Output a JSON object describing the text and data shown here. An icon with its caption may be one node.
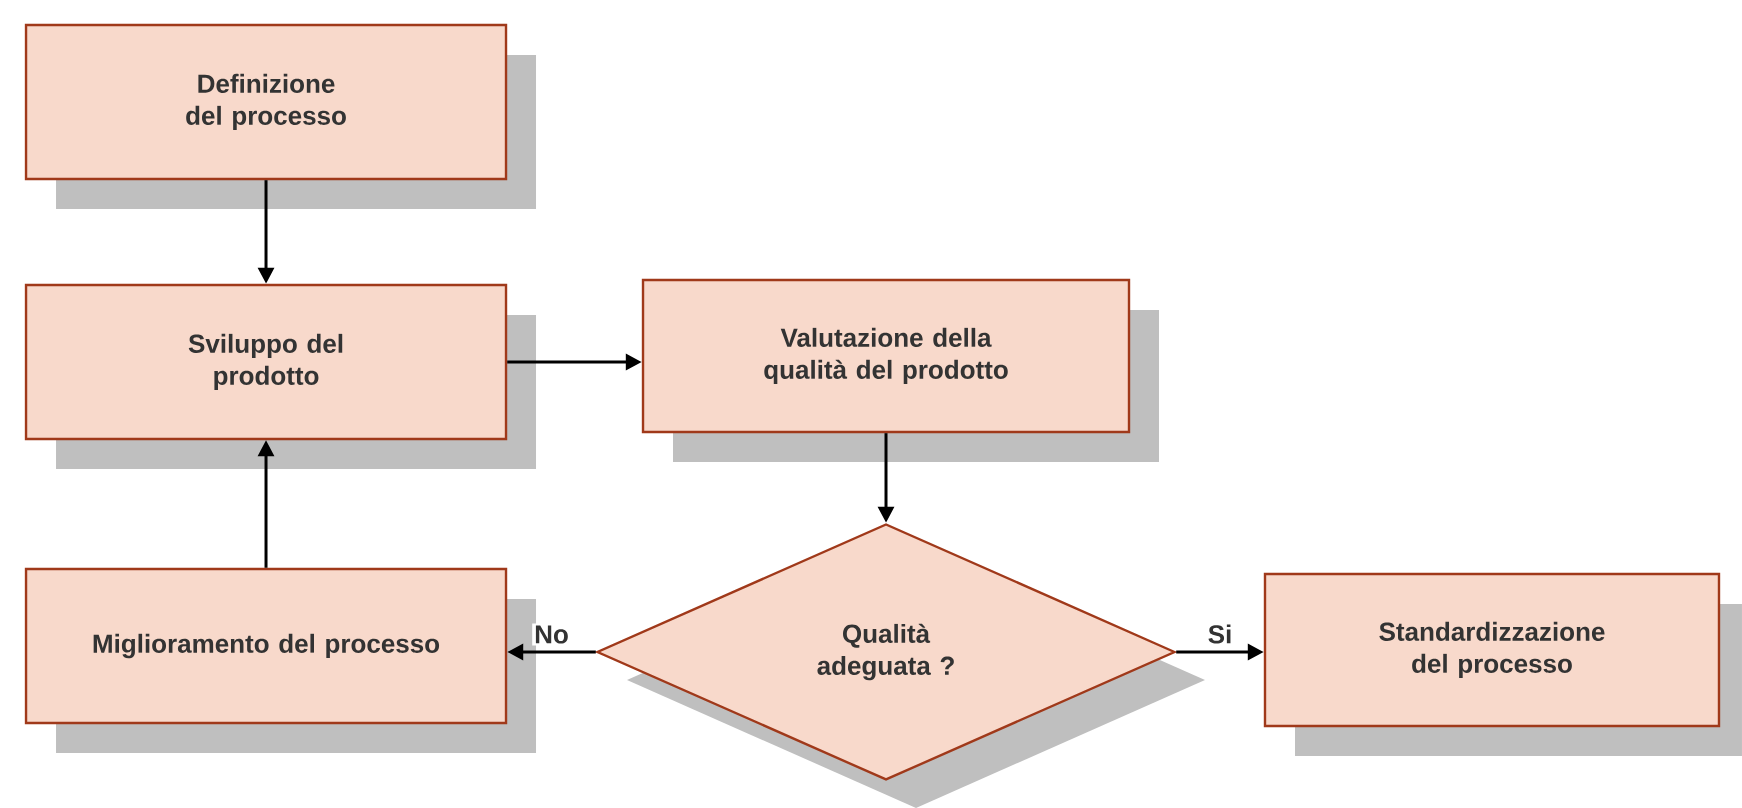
{
  "diagram": {
    "nodes": [
      {
        "text": [
          "Definizione del processo"
        ]
      },
      {
        "text": [
          "Sviluppo del prodotto"
        ]
      },
      {
        "text": [
          "Valutazione della qualità del prodotto"
        ]
      },
      {
        "text": [
          "Qualità adeguata ?"
        ]
      },
      {
        "text": [
          "Miglioramento del processo"
        ]
      },
      {
        "text": [
          "Standardizzazione del processo"
        ]
      }
    ],
    "edges": [
      {
        "from": 0,
        "to": 1,
        "arrow": "to"
      },
      {
        "from": 1,
        "to": 2,
        "arrow": "to"
      },
      {
        "from": 2,
        "to": 3,
        "arrow": "to"
      },
      {
        "from": 3,
        "to": 4,
        "arrow": "to",
        "label": "No"
      },
      {
        "from": 3,
        "to": 5,
        "arrow": "to",
        "label": "Si"
      },
      {
        "from": 4,
        "to": 1,
        "arrow": "to"
      }
    ]
  }
}
